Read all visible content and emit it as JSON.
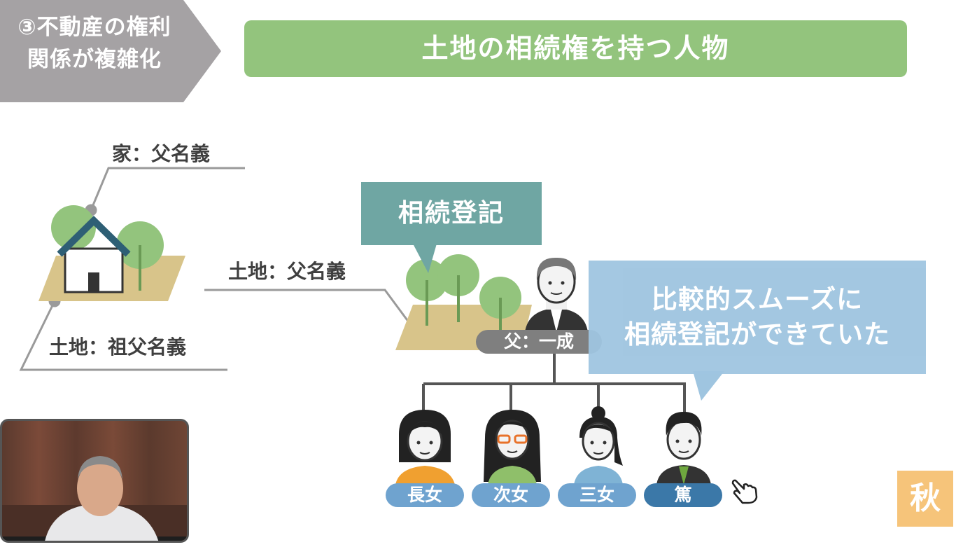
{
  "section_tag": {
    "line1": "③不動産の権利",
    "line2": "関係が複雑化"
  },
  "banner_title": "土地の相続権を持つ人物",
  "labels": {
    "house": "家：父名義",
    "land_father": "土地：父名義",
    "land_grandfather": "土地：祖父名義"
  },
  "bubbles": {
    "top": "相続登記",
    "bottom_line1": "比較的スムーズに",
    "bottom_line2": "相続登記ができていた"
  },
  "father": {
    "label": "父：一成"
  },
  "children": [
    {
      "label": "長女"
    },
    {
      "label": "次女"
    },
    {
      "label": "三女"
    },
    {
      "label": "篤"
    }
  ],
  "watermark": {
    "char": "秋"
  },
  "colors": {
    "banner": "#93c47d",
    "bubble_top": "#6fa6a3",
    "bubble_bottom": "#9fc5e0",
    "pill": "#6fa3cf"
  }
}
